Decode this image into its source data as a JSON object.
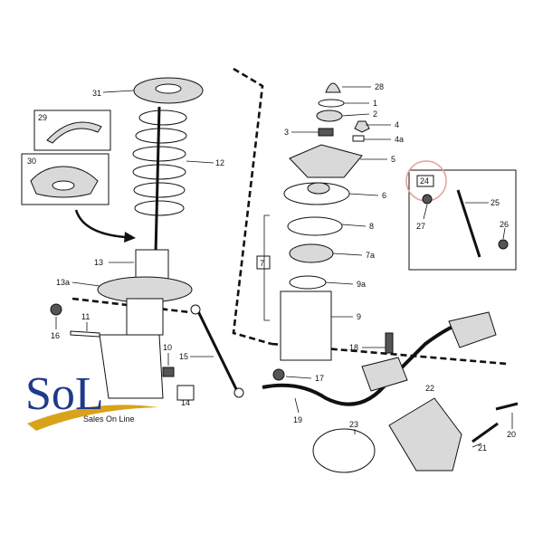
{
  "labels": {
    "l31": "31",
    "l29": "29",
    "l30": "30",
    "l12": "12",
    "l13": "13",
    "l13a": "13a",
    "l16": "16",
    "l11": "11",
    "l10": "10",
    "l15": "15",
    "l14": "14",
    "l28": "28",
    "l1": "1",
    "l2": "2",
    "l3": "3",
    "l4": "4",
    "l4a": "4a",
    "l5": "5",
    "l6": "6",
    "l8": "8",
    "l7": "7",
    "l7a": "7a",
    "l9a": "9a",
    "l9": "9",
    "l24": "24",
    "l25": "25",
    "l27": "27",
    "l26": "26",
    "l18": "18",
    "l17": "17",
    "l19": "19",
    "l23": "23",
    "l22": "22",
    "l21": "21",
    "l20": "20"
  },
  "logo": {
    "text": "SoL",
    "tagline": "Sales On Line"
  },
  "colors": {
    "logo_blue": "#1f3a8a",
    "logo_gold": "#d9a21b",
    "callout_circle": "#e8a09a"
  }
}
